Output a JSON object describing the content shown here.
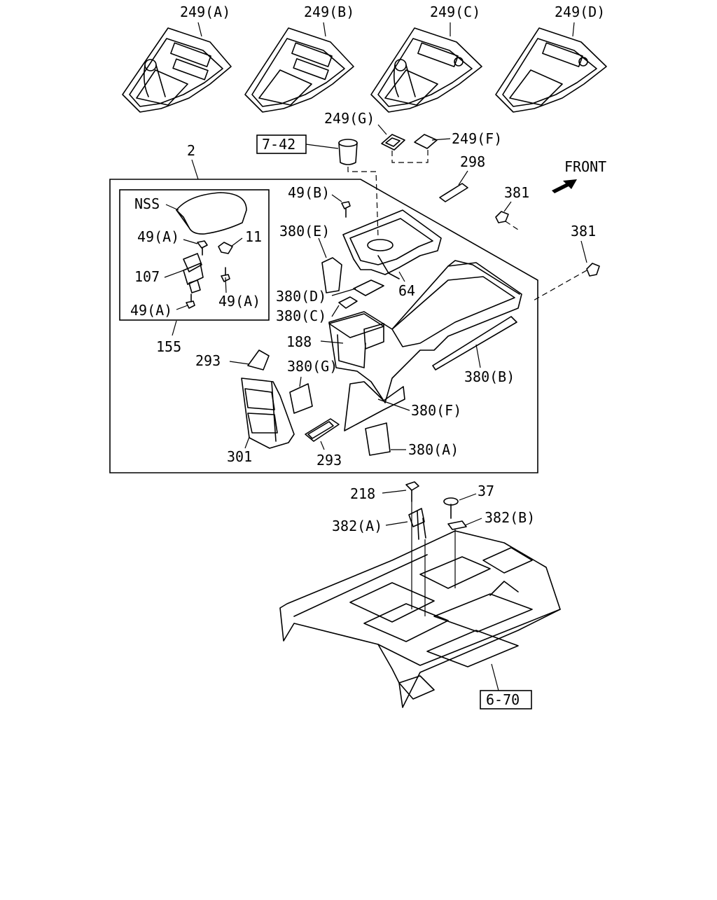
{
  "labels": {
    "p249A": "249(A)",
    "p249B": "249(B)",
    "p249C": "249(C)",
    "p249D": "249(D)",
    "p249G": "249(G)",
    "p249F": "249(F)",
    "ref742": "7-42",
    "p2": "2",
    "p298": "298",
    "front": "FRONT",
    "p381a": "381",
    "p381b": "381",
    "nss": "NSS",
    "p49A_1": "49(A)",
    "p11": "11",
    "p107": "107",
    "p49A_2": "49(A)",
    "p49A_3": "49(A)",
    "p155": "155",
    "p49B": "49(B)",
    "p380E": "380(E)",
    "p380D": "380(D)",
    "p380C": "380(C)",
    "p64": "64",
    "p188": "188",
    "p293a": "293",
    "p380G": "380(G)",
    "p380B": "380(B)",
    "p380F": "380(F)",
    "p301": "301",
    "p293b": "293",
    "p380A": "380(A)",
    "p218": "218",
    "p37": "37",
    "p382A": "382(A)",
    "p382B": "382(B)",
    "ref670": "6-70"
  }
}
